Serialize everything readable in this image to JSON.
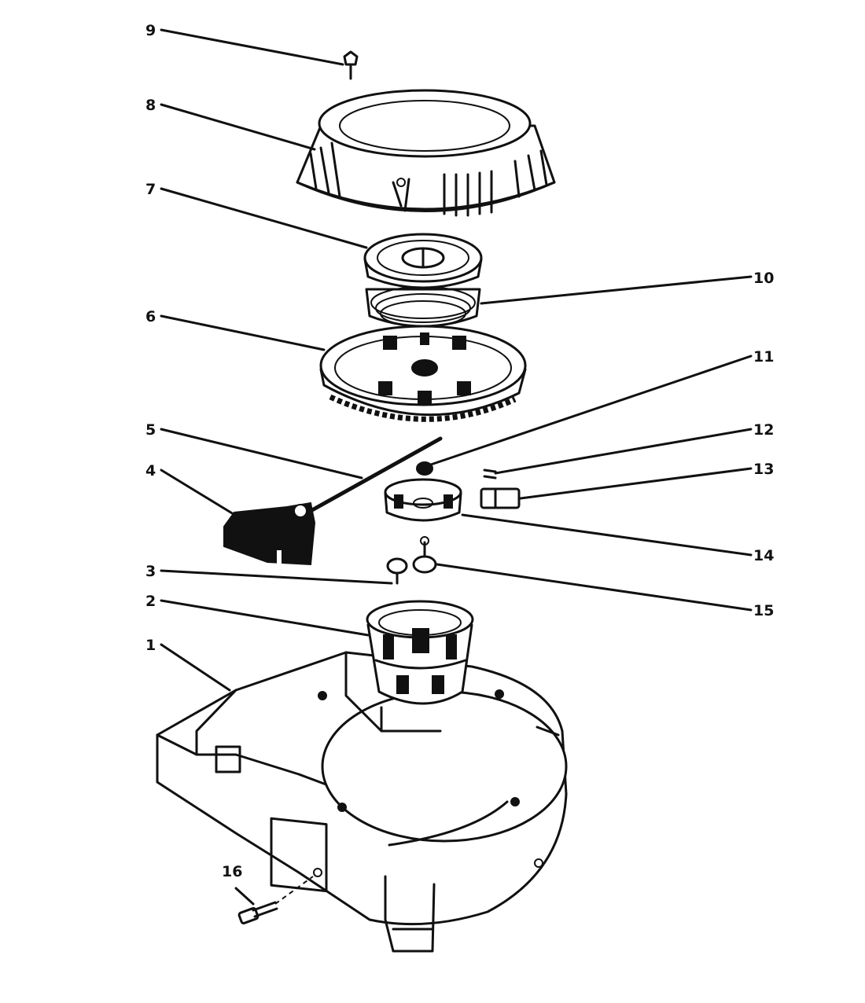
{
  "callouts": [
    {
      "id": "c9",
      "text": "9"
    },
    {
      "id": "c8",
      "text": "8"
    },
    {
      "id": "c7",
      "text": "7"
    },
    {
      "id": "c10",
      "text": "10"
    },
    {
      "id": "c6",
      "text": "6"
    },
    {
      "id": "c11",
      "text": "11"
    },
    {
      "id": "c12",
      "text": "12"
    },
    {
      "id": "c5",
      "text": "5"
    },
    {
      "id": "c13",
      "text": "13"
    },
    {
      "id": "c4",
      "text": "4"
    },
    {
      "id": "c14",
      "text": "14"
    },
    {
      "id": "c3",
      "text": "3"
    },
    {
      "id": "c15",
      "text": "15"
    },
    {
      "id": "c2",
      "text": "2"
    },
    {
      "id": "c1",
      "text": "1"
    },
    {
      "id": "c16",
      "text": "16"
    }
  ],
  "colors": {
    "ink": "#111111",
    "paper": "#ffffff"
  }
}
